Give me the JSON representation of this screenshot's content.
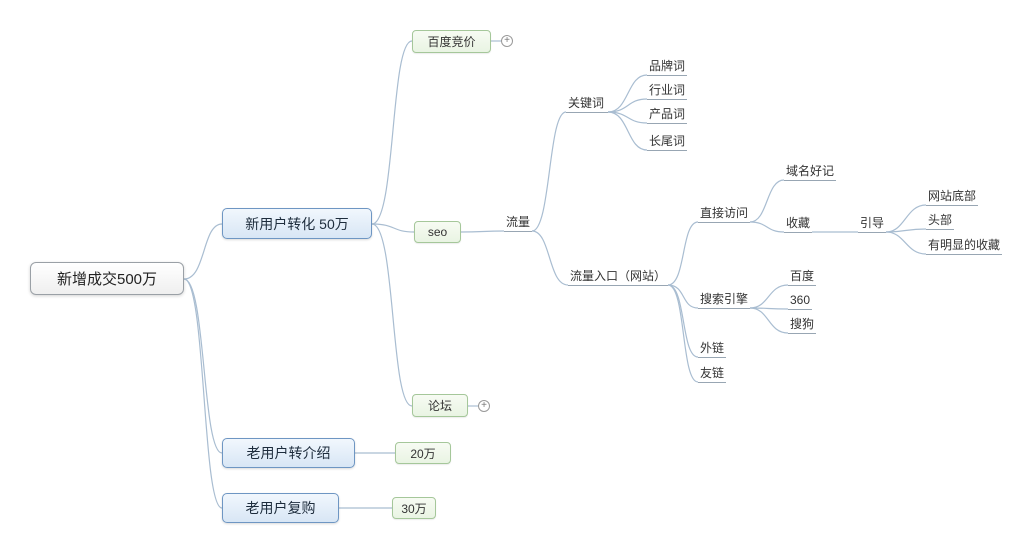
{
  "ui": {
    "expand_symbol": "+"
  },
  "colors": {
    "connector": "#a9bdd1",
    "underline": "#98a6b3",
    "primary_border": "#6e96c3",
    "primary_fill": "#d8e6f5",
    "secondary_border": "#a5c79a",
    "secondary_fill": "#e9f4e3",
    "root_border": "#9aa0a6"
  },
  "nodes": {
    "root": {
      "label": "新增成交500万"
    },
    "new_user_conversion": {
      "label": "新用户转化 50万"
    },
    "old_user_referral": {
      "label": "老用户转介绍"
    },
    "old_user_repurchase": {
      "label": "老用户复购"
    },
    "referral_amount": {
      "label": "20万"
    },
    "repurchase_amount": {
      "label": "30万"
    },
    "baidu_bidding": {
      "label": "百度竞价"
    },
    "seo": {
      "label": "seo"
    },
    "forum": {
      "label": "论坛"
    },
    "traffic": {
      "label": "流量"
    },
    "keywords": {
      "label": "关键词"
    },
    "brand_words": {
      "label": "品牌词"
    },
    "industry_words": {
      "label": "行业词"
    },
    "product_words": {
      "label": "产品词"
    },
    "longtail_words": {
      "label": "长尾词"
    },
    "traffic_entrance": {
      "label": "流量入口（网站）"
    },
    "direct_visit": {
      "label": "直接访问"
    },
    "memorable_domain": {
      "label": "域名好记"
    },
    "bookmark": {
      "label": "收藏"
    },
    "guide": {
      "label": "引导"
    },
    "site_footer": {
      "label": "网站底部"
    },
    "site_header": {
      "label": "头部"
    },
    "visible_bookmark": {
      "label": "有明显的收藏"
    },
    "search_engine": {
      "label": "搜索引擎"
    },
    "baidu": {
      "label": "百度"
    },
    "so360": {
      "label": "360"
    },
    "sogou": {
      "label": "搜狗"
    },
    "external_links": {
      "label": "外链"
    },
    "friend_links": {
      "label": "友链"
    }
  },
  "structure": {
    "root": [
      "new_user_conversion",
      "old_user_referral",
      "old_user_repurchase"
    ],
    "new_user_conversion": [
      "baidu_bidding",
      "seo",
      "forum"
    ],
    "seo": [
      "traffic"
    ],
    "traffic": [
      "keywords",
      "traffic_entrance"
    ],
    "keywords": [
      "brand_words",
      "industry_words",
      "product_words",
      "longtail_words"
    ],
    "traffic_entrance": [
      "direct_visit",
      "search_engine",
      "external_links",
      "friend_links"
    ],
    "direct_visit": [
      "memorable_domain",
      "bookmark"
    ],
    "bookmark": [
      "guide"
    ],
    "guide": [
      "site_footer",
      "site_header",
      "visible_bookmark"
    ],
    "search_engine": [
      "baidu",
      "so360",
      "sogou"
    ],
    "old_user_referral": [
      "referral_amount"
    ],
    "old_user_repurchase": [
      "repurchase_amount"
    ]
  },
  "collapsed_nodes": [
    "baidu_bidding",
    "forum"
  ]
}
